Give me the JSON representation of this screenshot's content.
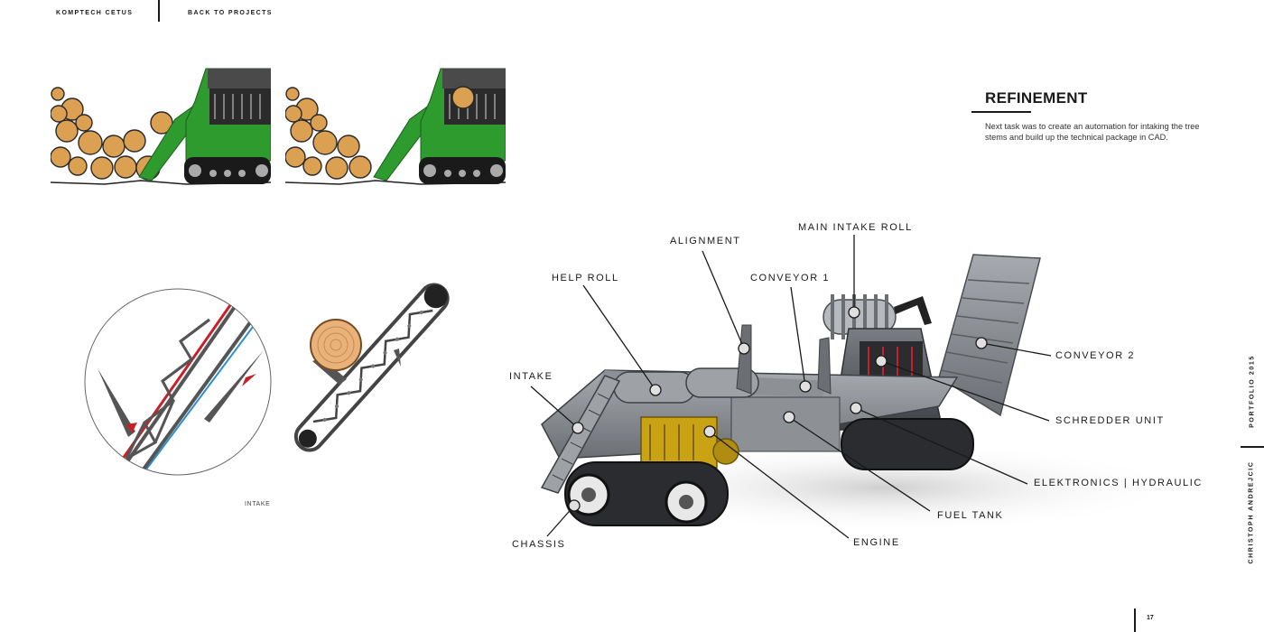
{
  "nav": {
    "brand": "KOMPTECH CETUS",
    "back": "BACK TO PROJECTS"
  },
  "refinement": {
    "title": "REFINEMENT",
    "body": "Next task was to create an automation for intaking the tree stems and build up the technical package in CAD."
  },
  "captions": {
    "intake": "INTAKE"
  },
  "callouts": {
    "main_intake_roll": "MAIN INTAKE ROLL",
    "alignment": "ALIGNMENT",
    "help_roll": "HELP ROLL",
    "conveyor_1": "CONVEYOR 1",
    "intake": "INTAKE",
    "conveyor_2": "CONVEYOR 2",
    "schredder_unit": "SCHREDDER UNIT",
    "elektronics": "ELEKTRONICS | HYDRAULIC",
    "fuel_tank": "FUEL TANK",
    "engine": "ENGINE",
    "chassis": "CHASSIS"
  },
  "side": {
    "portfolio": "PORTFOLIO 2015",
    "author": "CHRISTOPH ANDREJCIC"
  },
  "page_number": "17",
  "colors": {
    "machine_green": "#2d9b2d",
    "log_fill": "#dba052",
    "text": "#1a1a1a"
  }
}
